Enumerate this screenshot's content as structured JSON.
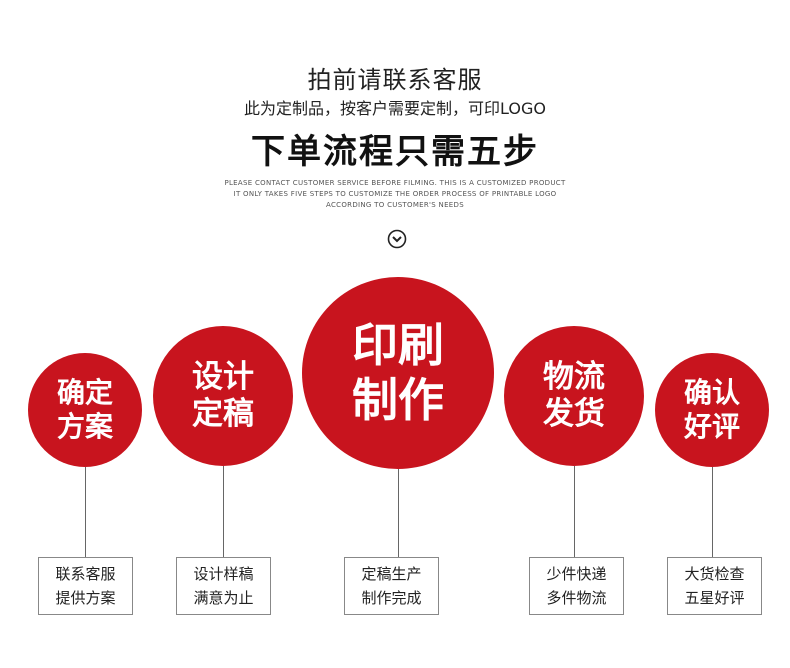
{
  "header": {
    "line1": "拍前请联系客服",
    "line2": "此为定制品，按客户需要定制，可印LOGO",
    "line3": "下单流程只需五步",
    "en_lines": [
      "PLEASE CONTACT CUSTOMER SERVICE BEFORE FILMING. THIS IS A CUSTOMIZED PRODUCT",
      "IT ONLY TAKES FIVE STEPS TO CUSTOMIZE THE ORDER PROCESS OF PRINTABLE LOGO",
      "ACCORDING TO CUSTOMER'S NEEDS"
    ]
  },
  "steps": [
    {
      "title": [
        "确定",
        "方案"
      ],
      "desc": [
        "联系客服",
        "提供方案"
      ]
    },
    {
      "title": [
        "设计",
        "定稿"
      ],
      "desc": [
        "设计样稿",
        "满意为止"
      ]
    },
    {
      "title": [
        "印刷",
        "制作"
      ],
      "desc": [
        "定稿生产",
        "制作完成"
      ]
    },
    {
      "title": [
        "物流",
        "发货"
      ],
      "desc": [
        "少件快递",
        "多件物流"
      ]
    },
    {
      "title": [
        "确认",
        "好评"
      ],
      "desc": [
        "大货检查",
        "五星好评"
      ]
    }
  ],
  "colors": {
    "accent": "#c8141e"
  },
  "icons": {
    "scroll_down": "chevron-down-circle-icon"
  }
}
